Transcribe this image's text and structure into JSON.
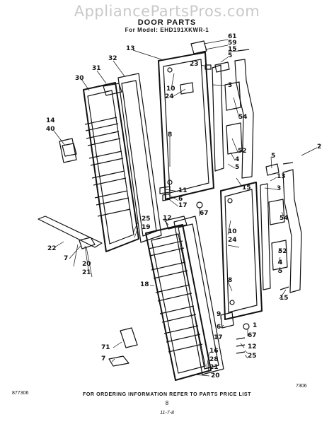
{
  "watermark": "AppliancePartsPros.com",
  "title": "DOOR PARTS",
  "subtitle": "For Model: EHD191XKWR-1",
  "parts": {
    "p61": "61",
    "p59": "59",
    "p15a": "15",
    "p5a": "5",
    "p23": "23",
    "p13": "13",
    "p32": "32",
    "p31": "31",
    "p30": "30",
    "p3a": "3",
    "p10a": "10",
    "p24a": "24",
    "p14": "14",
    "p40": "40",
    "p8a": "8",
    "p54a": "54",
    "p52a": "52",
    "p4a": "4",
    "p5b": "5",
    "p15b": "15",
    "p2": "2",
    "p5c": "5",
    "p13b": "13",
    "p3b": "3",
    "p11a": "11",
    "p6a": "6",
    "p17a": "17",
    "p67a": "67",
    "p54b": "54",
    "p22": "22",
    "p7a": "7",
    "p12a": "12",
    "p25a": "25",
    "p19": "19",
    "p10b": "10",
    "p24b": "24",
    "p20a": "20",
    "p21a": "21",
    "p18": "18",
    "p52b": "52",
    "p4b": "4",
    "p5d": "5",
    "p8b": "8",
    "p15c": "15",
    "p9": "9",
    "p6b": "6",
    "p1": "1",
    "p17b": "17",
    "p67b": "67",
    "p12b": "12",
    "p25b": "25",
    "p16": "16",
    "p28": "28",
    "p21b": "21",
    "p71": "71",
    "p7b": "7",
    "p20b": "20"
  },
  "fig_code": "7306",
  "doc_number": "877306",
  "footer": "FOR ORDERING INFORMATION REFER TO PARTS PRICE LIST",
  "page": "8",
  "date_code": "11-7-8"
}
